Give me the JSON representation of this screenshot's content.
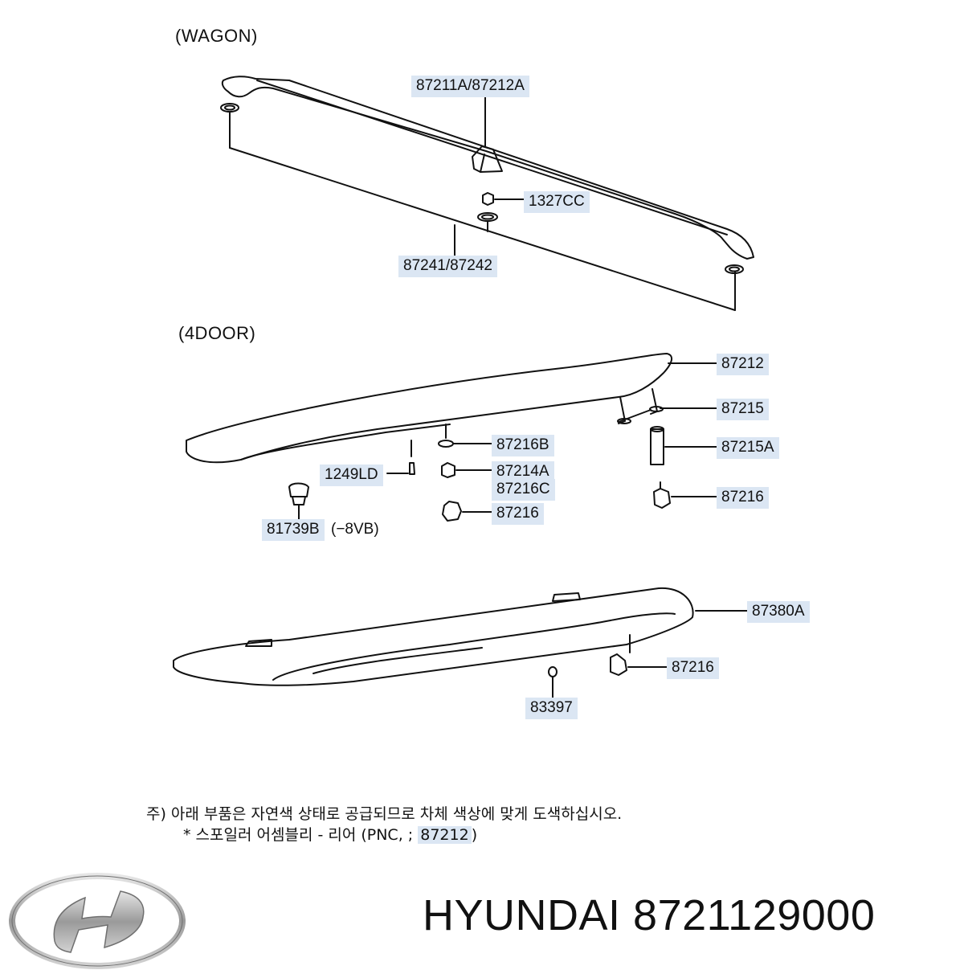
{
  "sections": {
    "wagon": {
      "title": "(WAGON)"
    },
    "four_door": {
      "title": "(4DOOR)"
    }
  },
  "callouts": {
    "p87211A": "87211A/87212A",
    "p1327CC": "1327CC",
    "p87241": "87241/87242",
    "p87212": "87212",
    "p87215": "87215",
    "p87216B": "87216B",
    "p87215A": "87215A",
    "p1249LD": "1249LD",
    "p87214A": "87214A",
    "p87216C": "87216C",
    "p87216_right": "87216",
    "p81739B": "81739B",
    "p81739B_suffix": "(−8VB)",
    "p87216_center": "87216",
    "p87380A": "87380A",
    "p87216_lower": "87216",
    "p83397": "83397"
  },
  "note": {
    "line1": "주) 아래 부품은 자연색 상태로 공급되므로 차체 색상에 맞게 도색하십시오.",
    "line2_prefix": "* 스포일러 어셈블리 - 리어 (PNC, ; ",
    "line2_pnc": "87212",
    "line2_suffix": ")"
  },
  "brand": {
    "name": "HYUNDAI",
    "part_number": "8721129000",
    "logo_icon": "hyundai-logo-icon"
  },
  "colors": {
    "callout_bg": "#dbe6f3",
    "line": "#111111",
    "logo_silver": "#a9a9a9"
  }
}
